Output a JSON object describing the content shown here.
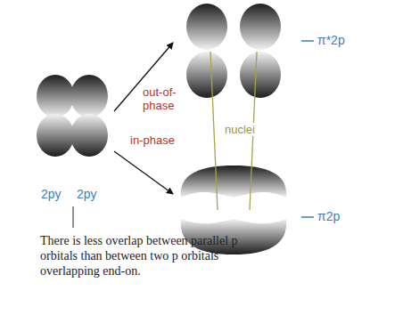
{
  "diagram": {
    "nodes": [
      {
        "text": [
          "2py",
          "2py"
        ]
      },
      {
        "text": [
          "π*2p"
        ]
      },
      {
        "text": [
          "π2p"
        ]
      }
    ],
    "edges": [
      {
        "from": 0,
        "to": 1,
        "arrow": "to",
        "label": "out-of-phase"
      },
      {
        "from": 0,
        "to": 2,
        "arrow": "to",
        "label": "in-phase"
      }
    ],
    "labels": [
      "nuclei",
      "There is less overlap between parallel p orbitals than between two p orbitals overlapping end-on."
    ]
  }
}
